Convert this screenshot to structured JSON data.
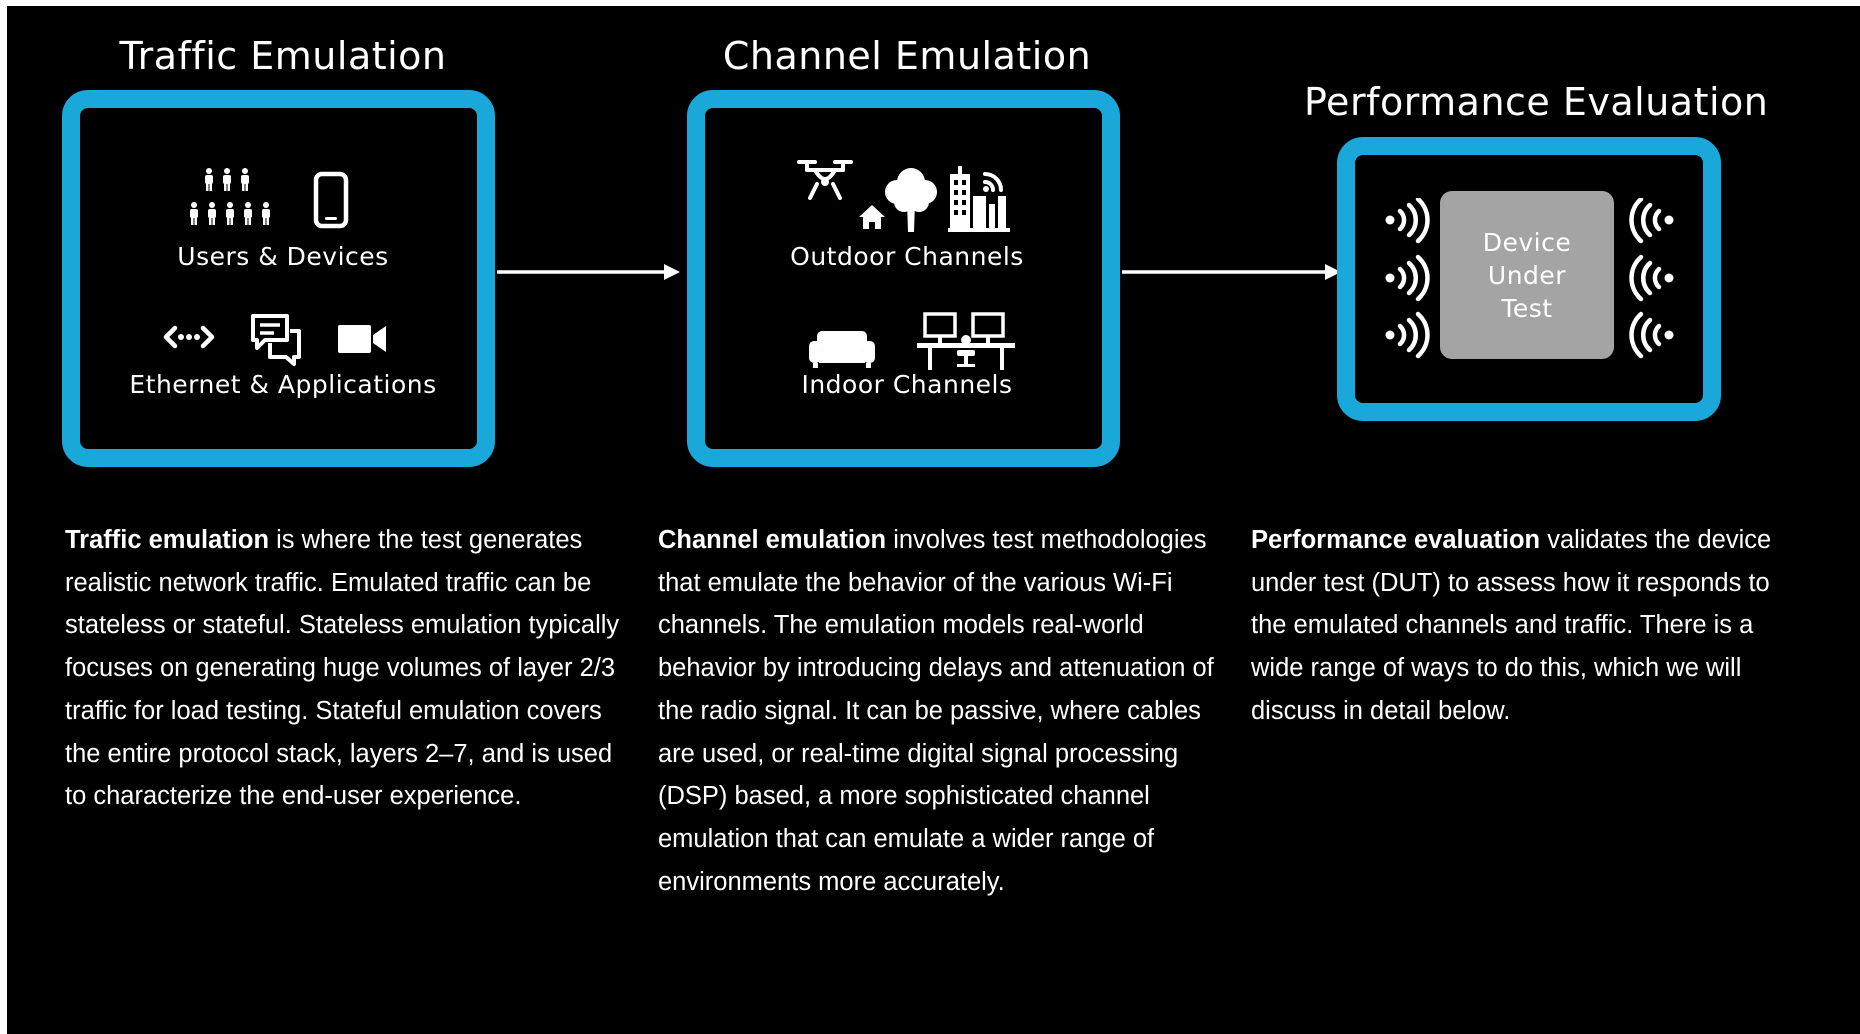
{
  "sections": [
    {
      "title": "Traffic Emulation",
      "labels": [
        "Users & Devices",
        "Ethernet & Applications"
      ]
    },
    {
      "title": "Channel Emulation",
      "labels": [
        "Outdoor Channels",
        "Indoor Channels"
      ]
    },
    {
      "title": "Performance Evaluation",
      "device_lines": [
        "Device",
        "Under",
        "Test"
      ]
    }
  ],
  "descriptions": [
    {
      "lead": "Traffic emulation",
      "text": " is where the test generates realistic network traffic. Emulated traffic can be stateless or stateful. Stateless emulation typically focuses on generating huge volumes of layer 2/3 traffic for load testing. Stateful emulation covers the entire protocol stack, layers 2–7, and is used to characterize the end-user experience."
    },
    {
      "lead": "Channel emulation",
      "text": " involves test methodologies that emulate the behavior of the various Wi-Fi channels. The emulation models real-world behavior by introducing delays and attenuation of the radio signal. It can be passive, where cables are used, or real-time digital signal processing (DSP) based, a more sophisticated channel emulation that can emulate a wider range of environments more accurately."
    },
    {
      "lead": "Performance evaluation",
      "text": " validates the device under test (DUT) to assess how it responds to the emulated channels and traffic. There is a wide range of ways to do this, which we will discuss in detail below."
    }
  ],
  "colors": {
    "accent": "#1aa7d9",
    "background": "#000000",
    "device": "#a4a4a4",
    "text": "#ffffff"
  },
  "icons": [
    "people-icon",
    "smartphone-icon",
    "code-arrows-icon",
    "chat-icon",
    "video-camera-icon",
    "drone-icon",
    "house-icon",
    "tree-icon",
    "city-antenna-icon",
    "sofa-icon",
    "office-desks-icon",
    "signal-waves-icon"
  ]
}
